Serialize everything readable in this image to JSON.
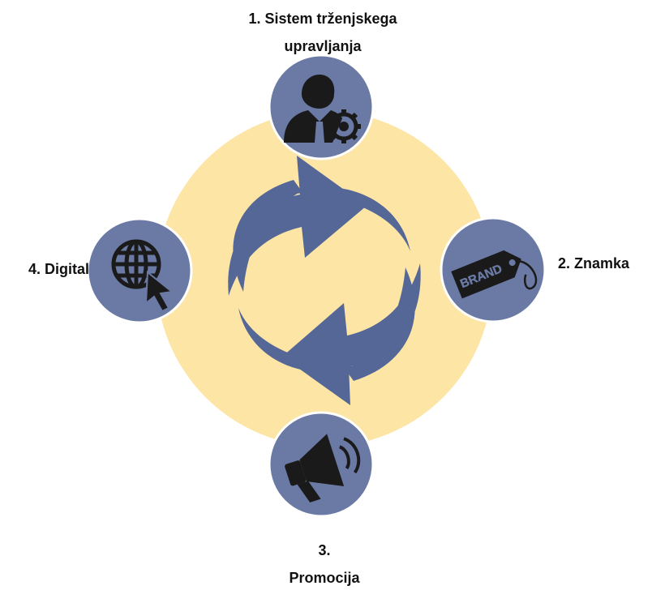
{
  "colors": {
    "ring": "#fde5a6",
    "node": "#6a7aa4",
    "node_border": "#ffffff",
    "arrows": "#546796",
    "icon": "#1a1a1a",
    "label": "#111111"
  },
  "nodes": {
    "top": {
      "line1": "1. Sistem trženjskega",
      "line2": "upravljanja",
      "icon": "businessman-gear-icon"
    },
    "right": {
      "label": "2. Znamka",
      "icon": "brand-tag-icon",
      "tag_text": "BRAND"
    },
    "bottom": {
      "line1": "3.",
      "line2": "Promocija",
      "icon": "megaphone-icon"
    },
    "left": {
      "label": "4. Digital",
      "icon": "globe-cursor-icon"
    }
  },
  "center_icon": "cycle-arrows-icon"
}
